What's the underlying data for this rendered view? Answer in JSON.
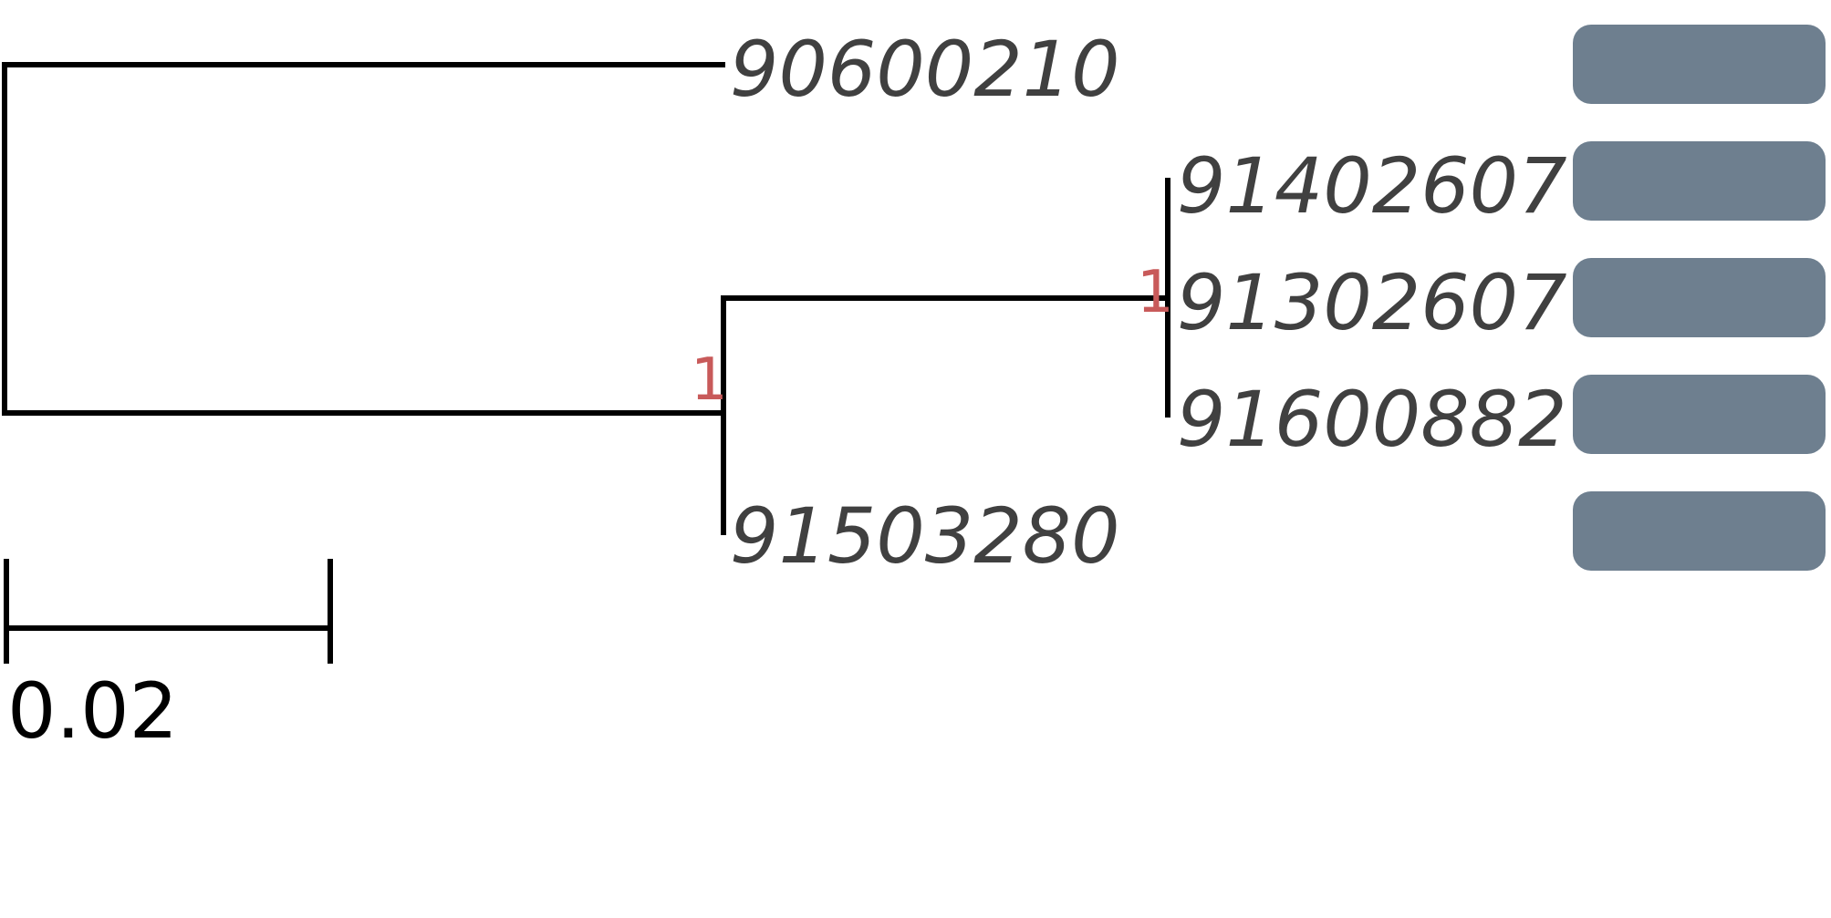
{
  "tree": {
    "taxa": [
      {
        "id": "t1",
        "label": "90600210"
      },
      {
        "id": "t2",
        "label": "91402607"
      },
      {
        "id": "t3",
        "label": "91302607"
      },
      {
        "id": "t4",
        "label": "91600882"
      },
      {
        "id": "t5",
        "label": "91503280"
      }
    ],
    "support_values": [
      {
        "node": "inner-clade",
        "value": "1"
      },
      {
        "node": "big-clade",
        "value": "1"
      }
    ],
    "scale_bar": {
      "label": "0.02",
      "length": 0.02
    }
  },
  "colors": {
    "branch": "#000000",
    "leaf_text": "#404040",
    "support_text": "#c85a5a",
    "annotation_box": "#6e7f8f"
  }
}
